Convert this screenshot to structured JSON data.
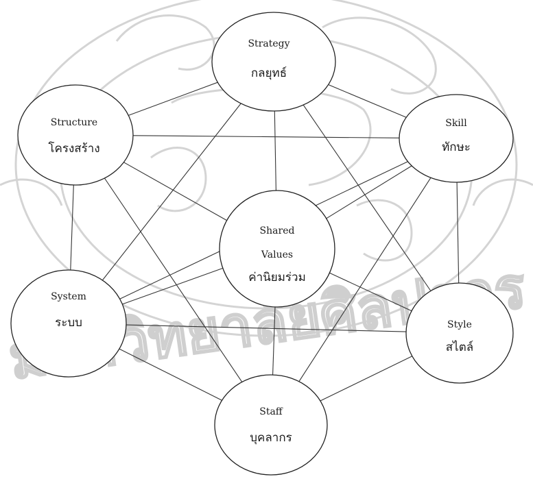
{
  "diagram": {
    "nodes": [
      {
        "id": "strategy",
        "label_en": "Strategy",
        "label_th": "กลยุทธ์"
      },
      {
        "id": "structure",
        "label_en": "Structure",
        "label_th": "โครงสร้าง"
      },
      {
        "id": "skill",
        "label_en": "Skill",
        "label_th": "ทักษะ"
      },
      {
        "id": "shared",
        "label_en_1": "Shared",
        "label_en_2": "Values",
        "label_th": "ค่านิยมร่วม"
      },
      {
        "id": "system",
        "label_en": "System",
        "label_th": "ระบบ"
      },
      {
        "id": "style",
        "label_en": "Style",
        "label_th": "สไตล์"
      },
      {
        "id": "staff",
        "label_en": "Staff",
        "label_th": "บุคลากร"
      }
    ],
    "edges": [
      [
        "strategy",
        "structure"
      ],
      [
        "strategy",
        "skill"
      ],
      [
        "strategy",
        "shared"
      ],
      [
        "strategy",
        "system"
      ],
      [
        "strategy",
        "style"
      ],
      [
        "structure",
        "skill"
      ],
      [
        "structure",
        "shared"
      ],
      [
        "structure",
        "system"
      ],
      [
        "structure",
        "staff"
      ],
      [
        "skill",
        "shared"
      ],
      [
        "skill",
        "style"
      ],
      [
        "skill",
        "staff"
      ],
      [
        "skill",
        "system"
      ],
      [
        "shared",
        "system"
      ],
      [
        "shared",
        "style"
      ],
      [
        "shared",
        "staff"
      ],
      [
        "system",
        "style"
      ],
      [
        "system",
        "staff"
      ],
      [
        "style",
        "staff"
      ]
    ]
  },
  "watermark": {
    "text": "มหาวิทยาลัยศิลปากร"
  }
}
